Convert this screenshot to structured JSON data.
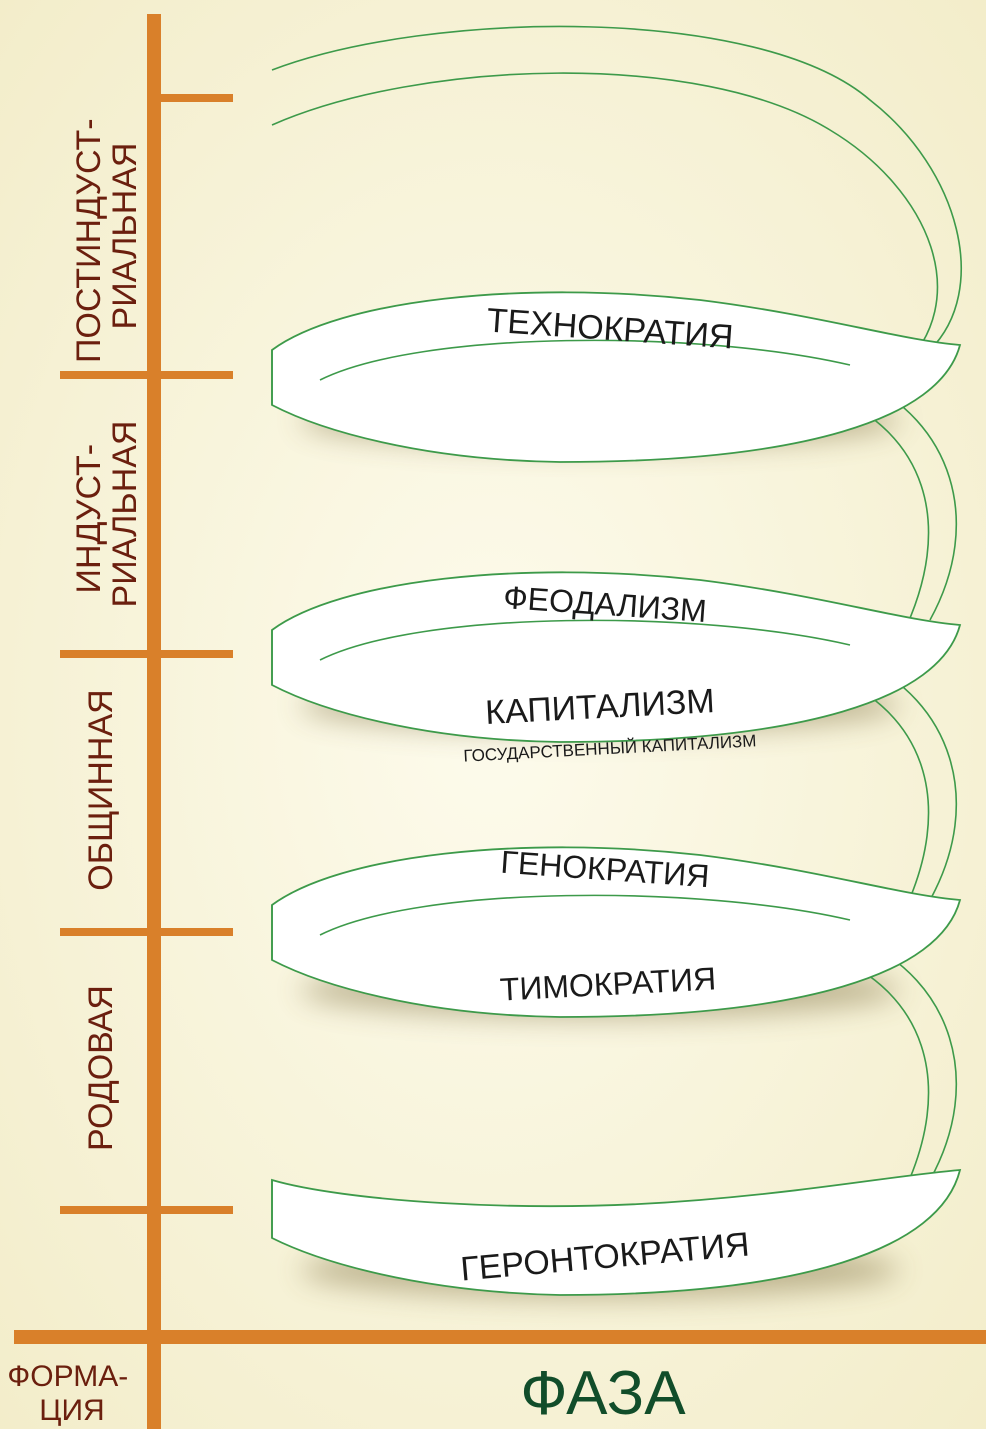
{
  "colors": {
    "background_center": "#fdfbec",
    "background_edge": "#f2ecc8",
    "axis": "#d9802a",
    "ribbon_fill": "#ffffff",
    "ribbon_stroke": "#3d9a4a",
    "formation_text": "#6b1f0e",
    "phase_text": "#114d2a"
  },
  "formations": [
    {
      "lines": [
        "ПОСТИНДУСТ-",
        "РИАЛЬНАЯ"
      ]
    },
    {
      "lines": [
        "ИНДУСТ-",
        "РИАЛЬНАЯ"
      ]
    },
    {
      "lines": [
        "ОБЩИННАЯ"
      ]
    },
    {
      "lines": [
        "РОДОВАЯ"
      ]
    }
  ],
  "bands": {
    "technocracy": "ТЕХНОКРАТИЯ",
    "feudalism": "ФЕОДАЛИЗМ",
    "capitalism": "КАПИТАЛИЗМ",
    "state_capitalism": "ГОСУДАРСТВЕННЫЙ КАПИТАЛИЗМ",
    "genocracy": "ГЕНОКРАТИЯ",
    "timocracy": "ТИМОКРАТИЯ",
    "gerontocracy": "ГЕРОНТОКРАТИЯ"
  },
  "axes": {
    "formation": [
      "ФОРМА-",
      "ЦИЯ"
    ],
    "phase": "ФАЗА"
  }
}
